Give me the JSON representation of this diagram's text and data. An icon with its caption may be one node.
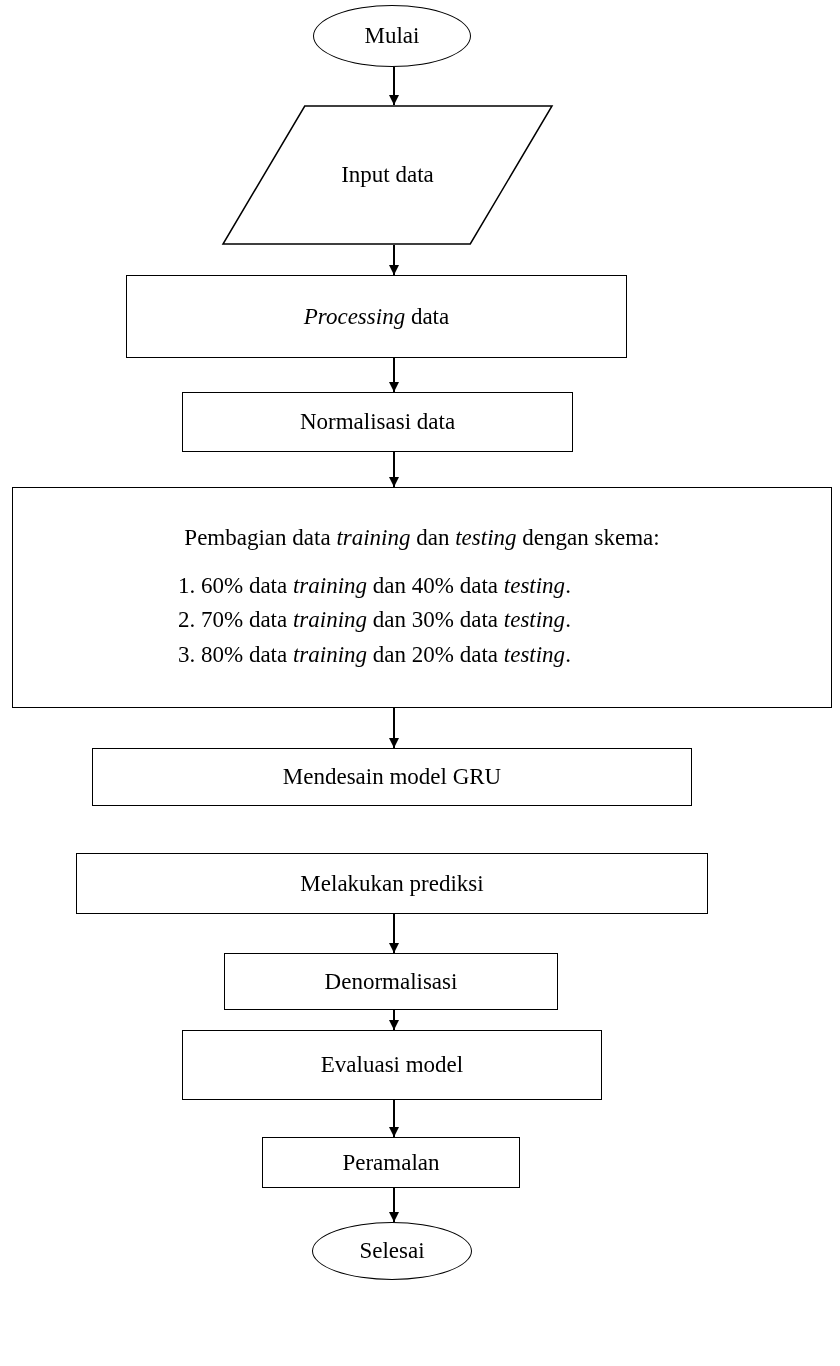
{
  "diagram": {
    "nodes": [
      {
        "text": [
          "Mulai"
        ]
      },
      {
        "text": [
          "Input data"
        ]
      },
      {
        "text": [
          "*Processing* data"
        ]
      },
      {
        "text": [
          "Normalisasi data"
        ]
      },
      {
        "text": [
          "Pembagian data *training* dan *testing* dengan skema:",
          "1. 60% data *training* dan 40% data *testing*.",
          "2. 70% data *training* dan 30% data *testing*.",
          "3. 80% data *training* dan 20% data *testing*."
        ]
      },
      {
        "text": [
          "Mendesain model GRU"
        ]
      },
      {
        "text": [
          "Melakukan prediksi"
        ]
      },
      {
        "text": [
          "Denormalisasi"
        ]
      },
      {
        "text": [
          "Evaluasi model"
        ]
      },
      {
        "text": [
          "Peramalan"
        ]
      },
      {
        "text": [
          "Selesai"
        ]
      }
    ],
    "edges": [
      {
        "from": 0,
        "to": 1,
        "arrow": "to"
      },
      {
        "from": 1,
        "to": 2,
        "arrow": "to"
      },
      {
        "from": 2,
        "to": 3,
        "arrow": "to"
      },
      {
        "from": 3,
        "to": 4,
        "arrow": "to"
      },
      {
        "from": 4,
        "to": 5,
        "arrow": "to"
      },
      {
        "from": 6,
        "to": 7,
        "arrow": "to"
      },
      {
        "from": 7,
        "to": 8,
        "arrow": "to"
      },
      {
        "from": 8,
        "to": 9,
        "arrow": "to"
      },
      {
        "from": 9,
        "to": 10,
        "arrow": "to"
      }
    ]
  }
}
